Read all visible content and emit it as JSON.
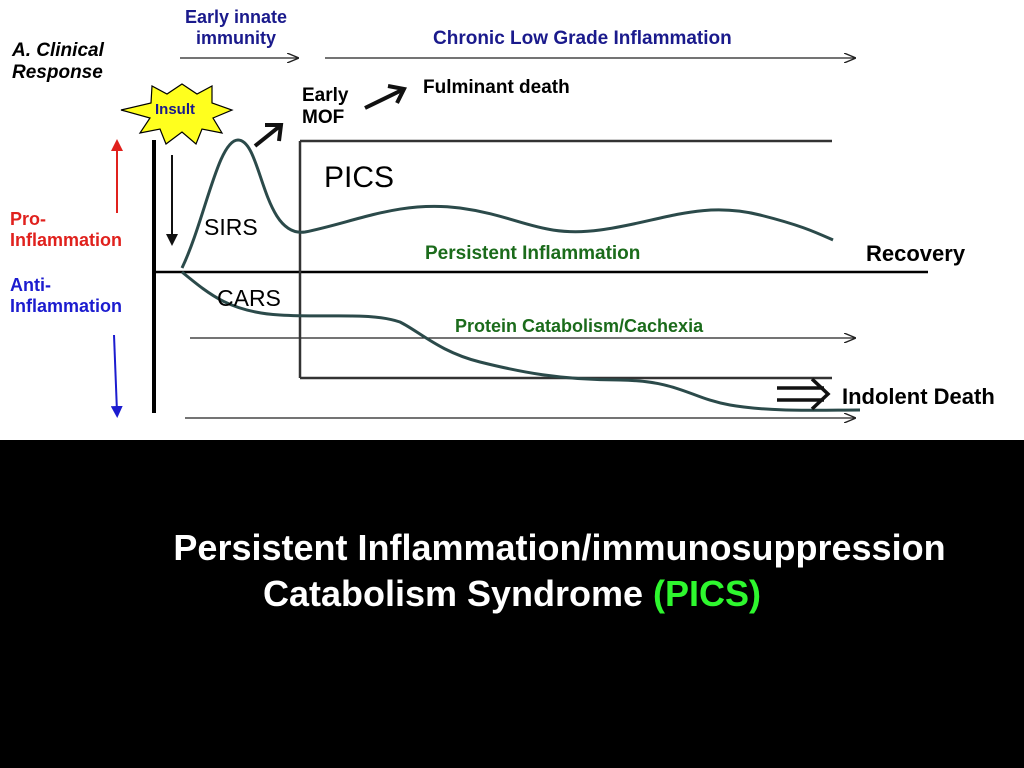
{
  "diagram": {
    "clinical_response": [
      "A. Clinical",
      "Response"
    ],
    "early_innate": [
      "Early innate",
      "immunity"
    ],
    "chronic_label": "Chronic Low Grade Inflammation",
    "insult": "Insult",
    "early_mof": [
      "Early",
      "MOF"
    ],
    "fulminant": "Fulminant death",
    "pics": "PICS",
    "sirs": "SIRS",
    "cars": "CARS",
    "pro": [
      "Pro-",
      "Inflammation"
    ],
    "anti": [
      "Anti-",
      "Inflammation"
    ],
    "persistent": "Persistent Inflammation",
    "recovery": "Recovery",
    "catabolism": "Protein Catabolism/Cachexia",
    "indolent": "Indolent Death"
  },
  "caption": {
    "line1": "Persistent Inflammation/immunosuppression",
    "line2": "Catabolism Syndrome ",
    "line2_highlight": "(PICS)"
  },
  "colors": {
    "navy": "#1a1a8c",
    "red": "#e0211d",
    "blue": "#1c1ccf",
    "green": "#1b6b1b",
    "curve": "#2b4a4a",
    "insult_fill": "#ffff1e",
    "pics_highlight": "#2ef72e"
  },
  "icons": [
    "insult-starburst-icon",
    "up-arrow-icon",
    "down-arrow-icon",
    "arrow-icon"
  ]
}
